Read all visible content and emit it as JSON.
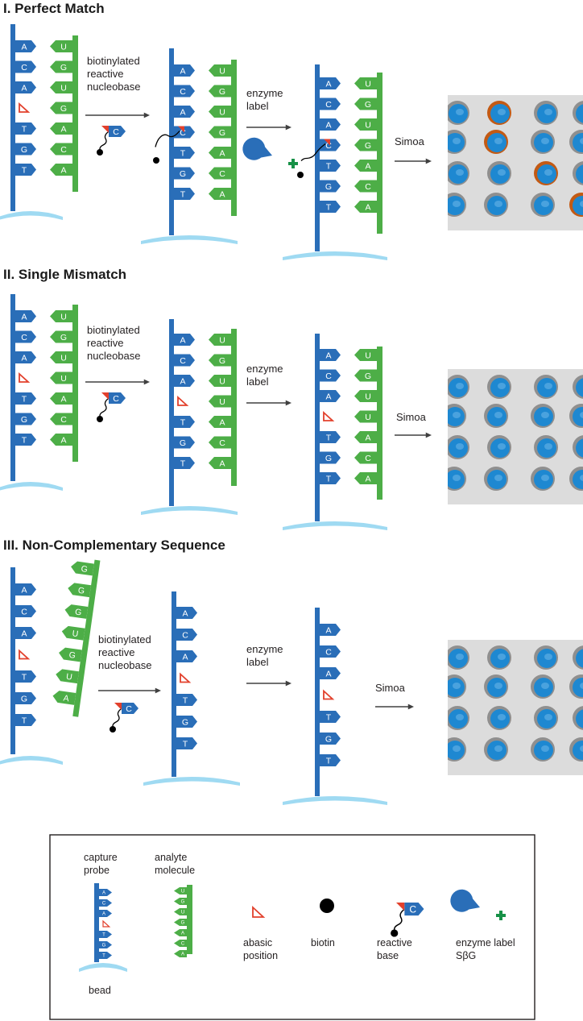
{
  "colors": {
    "probe": "#2A6EB8",
    "analyte": "#4DAE47",
    "abasic": "#E2402C",
    "bead": "#9FDAF2",
    "well_bg": "#DCDCDC",
    "bead_in_well": "#1E88D1",
    "enzyme_product": "#C35A14",
    "biotin": "#000000",
    "enzyme_cross": "#179147",
    "arrow": "#404040"
  },
  "sections": [
    {
      "title": "I.  Perfect Match",
      "steps": [
        {
          "label": [
            "biotinylated",
            "reactive",
            "nucleobase"
          ],
          "reagent": "reactive-base"
        },
        {
          "label": [
            "enzyme",
            "label"
          ]
        },
        {
          "label": [
            "Simoa"
          ]
        }
      ],
      "probe_bases": [
        "A",
        "C",
        "A",
        "",
        "T",
        "G",
        "T"
      ],
      "analyte_bases": [
        "U",
        "G",
        "U",
        "G",
        "A",
        "C",
        "A"
      ],
      "outcome": "perfect-match",
      "array_active_wells": [
        1,
        5,
        10,
        15
      ]
    },
    {
      "title": "II.  Single Mismatch",
      "steps": [
        {
          "label": [
            "biotinylated",
            "reactive",
            "nucleobase"
          ],
          "reagent": "reactive-base"
        },
        {
          "label": [
            "enzyme",
            "label"
          ]
        },
        {
          "label": [
            "Simoa"
          ]
        }
      ],
      "probe_bases": [
        "A",
        "C",
        "A",
        "",
        "T",
        "G",
        "T"
      ],
      "analyte_bases": [
        "U",
        "G",
        "U",
        "U",
        "A",
        "C",
        "A"
      ],
      "outcome": "single-mismatch",
      "array_active_wells": []
    },
    {
      "title": "III.  Non-Complementary Sequence",
      "steps": [
        {
          "label": [
            "biotinylated",
            "reactive",
            "nucleobase"
          ],
          "reagent": "reactive-base"
        },
        {
          "label": [
            "enzyme",
            "label"
          ]
        },
        {
          "label": [
            "Simoa"
          ]
        }
      ],
      "probe_bases": [
        "A",
        "C",
        "A",
        "",
        "T",
        "G",
        "T"
      ],
      "analyte_bases": [
        "G",
        "G",
        "G",
        "U",
        "G",
        "U",
        "A"
      ],
      "outcome": "non-complementary",
      "array_active_wells": []
    }
  ],
  "legend": {
    "capture_probe": [
      "capture",
      "probe"
    ],
    "analyte_molecule": [
      "analyte",
      "molecule"
    ],
    "bead": "bead",
    "abasic": [
      "abasic",
      "position"
    ],
    "biotin": "biotin",
    "reactive_base": [
      "reactive",
      "base"
    ],
    "enzyme_label": [
      "enzyme label",
      "SβG"
    ],
    "reactive_base_letter": "C",
    "probe_bases": [
      "A",
      "C",
      "A",
      "",
      "T",
      "G",
      "T"
    ],
    "analyte_bases": [
      "U",
      "G",
      "U",
      "G",
      "A",
      "C",
      "A"
    ]
  }
}
